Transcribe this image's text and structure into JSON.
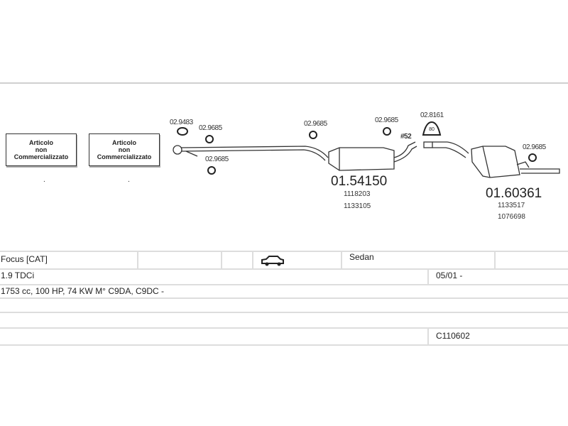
{
  "diagram": {
    "unavailable_boxes": [
      {
        "line1": "Articolo",
        "line2": "non",
        "line3": "Commercializzato"
      },
      {
        "line1": "Articolo",
        "line2": "non",
        "line3": "Commercializzato"
      }
    ],
    "dots": [
      ".",
      "."
    ],
    "clamp_labels": [
      "02.9483",
      "02.9685",
      "02.9685",
      "02.9685",
      "02.9685",
      "02.8161",
      "02.9685"
    ],
    "gasket_label": "#52",
    "hanger_badge": "80",
    "middle_silencer": {
      "part": "01.54150",
      "refs": [
        "1118203",
        "1133105"
      ]
    },
    "rear_silencer": {
      "part": "01.60361",
      "refs": [
        "1133517",
        "1076698"
      ]
    }
  },
  "table": {
    "model": "Focus  [CAT]",
    "body": "Sedan",
    "engine": "1.9 TDCi",
    "date": "05/01 -",
    "specs": "1753 cc, 100 HP, 74 KW M° C9DA, C9DC -",
    "code": "C110602"
  }
}
